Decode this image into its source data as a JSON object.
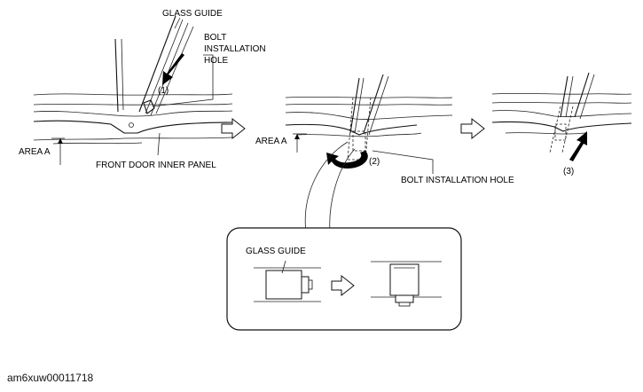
{
  "labels": {
    "glass_guide_top": "GLASS GUIDE",
    "bolt_hole_line1": "BOLT",
    "bolt_hole_line2": "INSTALLATION",
    "bolt_hole_line3": "HOLE",
    "step1": "(1)",
    "area_a_left": "AREA A",
    "front_door_inner_panel": "FRONT DOOR INNER PANEL",
    "area_a_middle": "AREA A",
    "step2": "(2)",
    "bolt_installation_hole": "BOLT INSTALLATION HOLE",
    "step3": "(3)",
    "glass_guide_detail": "GLASS GUIDE"
  },
  "document_id": "am6xuw00011718",
  "icons": [
    "step-arrow-icon",
    "rotate-arrow-icon",
    "push-arrow-icon"
  ]
}
